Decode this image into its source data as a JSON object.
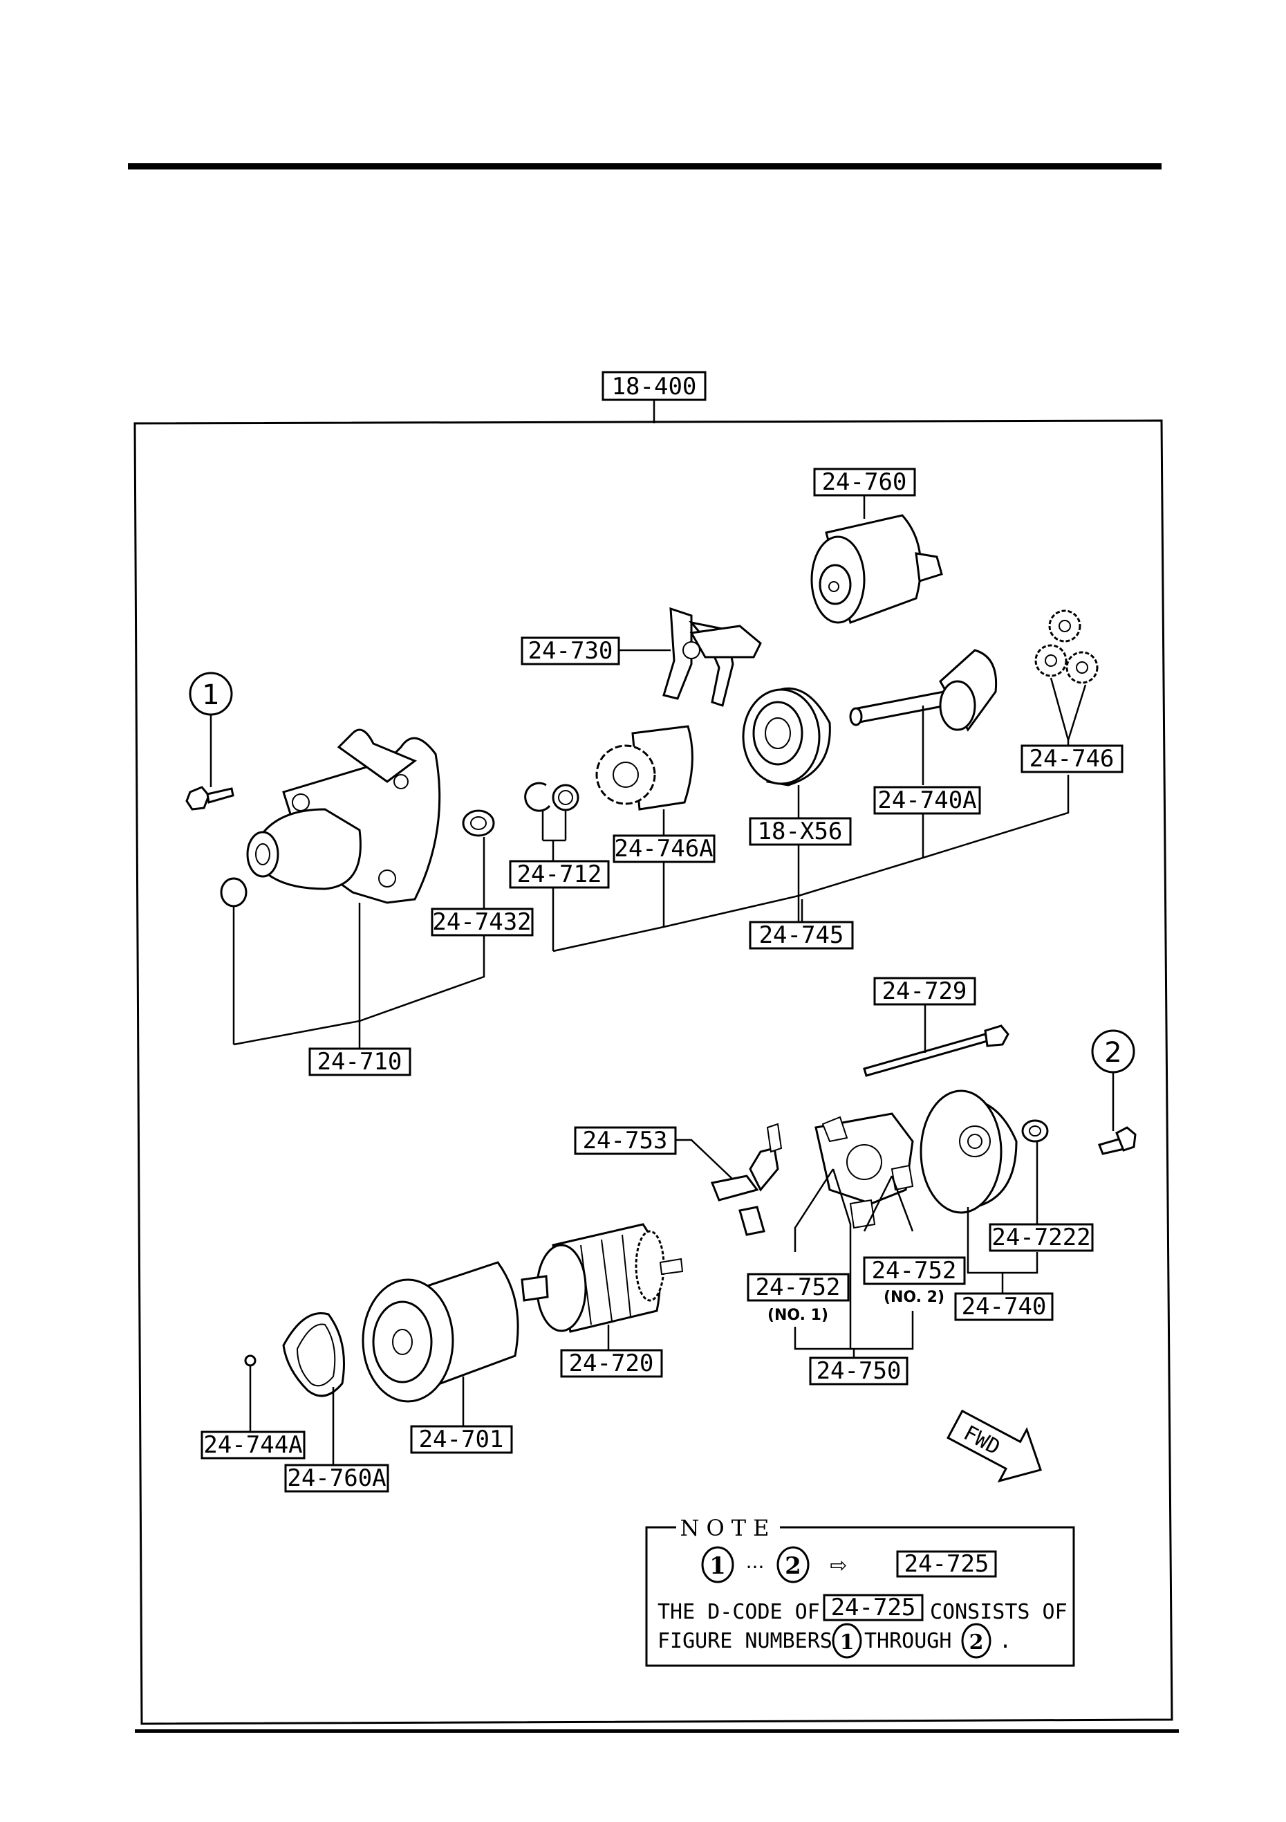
{
  "frame_label": "18-400",
  "callouts": [
    {
      "id": "c-24-760",
      "text": "24-760"
    },
    {
      "id": "c-24-730",
      "text": "24-730"
    },
    {
      "id": "c-24-746",
      "text": "24-746"
    },
    {
      "id": "c-24-740A",
      "text": "24-740A"
    },
    {
      "id": "c-18-X56",
      "text": "18-X56"
    },
    {
      "id": "c-24-746A",
      "text": "24-746A"
    },
    {
      "id": "c-24-712",
      "text": "24-712"
    },
    {
      "id": "c-24-7432",
      "text": "24-7432"
    },
    {
      "id": "c-24-745",
      "text": "24-745"
    },
    {
      "id": "c-24-710",
      "text": "24-710"
    },
    {
      "id": "c-24-729",
      "text": "24-729"
    },
    {
      "id": "c-24-753",
      "text": "24-753"
    },
    {
      "id": "c-24-7222",
      "text": "24-7222"
    },
    {
      "id": "c-24-752-1",
      "text": "24-752"
    },
    {
      "id": "c-24-752-2",
      "text": "24-752"
    },
    {
      "id": "c-24-740",
      "text": "24-740"
    },
    {
      "id": "c-24-750",
      "text": "24-750"
    },
    {
      "id": "c-24-720",
      "text": "24-720"
    },
    {
      "id": "c-24-701",
      "text": "24-701"
    },
    {
      "id": "c-24-744A",
      "text": "24-744A"
    },
    {
      "id": "c-24-760A",
      "text": "24-760A"
    }
  ],
  "sub_labels": {
    "no1": "(NO. 1)",
    "no2": "(NO. 2)"
  },
  "figure_numbers": {
    "one": "1",
    "two": "2"
  },
  "fwd": "FWD",
  "note": {
    "title": "NOTE",
    "ellipsis": "···",
    "arrow": "⇨",
    "code": "24-725",
    "line1_a": "THE D-CODE OF",
    "line1_b": "CONSISTS OF",
    "line2_a": "FIGURE NUMBERS",
    "line2_b": "THROUGH",
    "line2_end": "."
  }
}
